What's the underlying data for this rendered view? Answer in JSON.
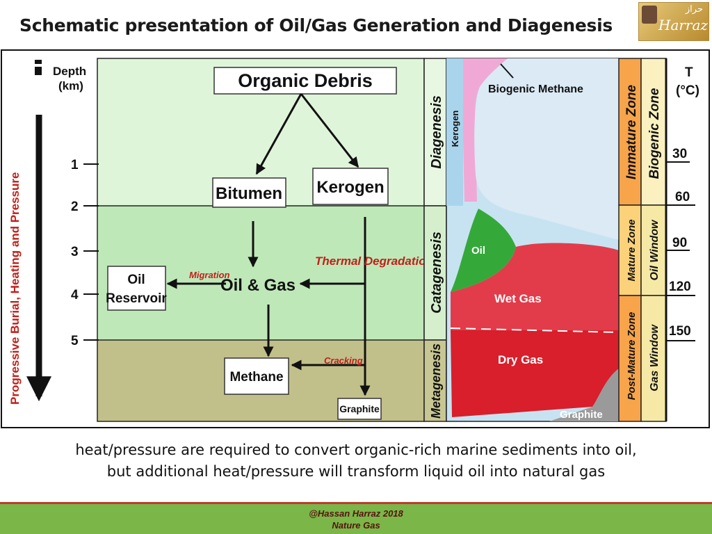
{
  "title": "Schematic presentation of Oil/Gas Generation and Diagenesis",
  "logo": {
    "brand": "Harraz",
    "arabic": "حراز"
  },
  "left_axis": {
    "label": "Progressive Burial, Heating and Pressure",
    "depth_label_1": "Depth",
    "depth_label_2": "(km)",
    "depth_ticks": [
      "1",
      "2",
      "3",
      "4",
      "5"
    ]
  },
  "flow": {
    "organic_debris": "Organic Debris",
    "bitumen": "Bitumen",
    "kerogen": "Kerogen",
    "thermal_degradation": "Thermal Degradation",
    "oil_gas": "Oil & Gas",
    "migration": "Migration",
    "oil_reservoir_1": "Oil",
    "oil_reservoir_2": "Reservoir",
    "methane": "Methane",
    "cracking": "Cracking",
    "graphite": "Graphite"
  },
  "stages": {
    "diagenesis": "Diagenesis",
    "catagenesis": "Catagenesis",
    "metagenesis": "Metagenesis"
  },
  "profile": {
    "kerogen": "Kerogen",
    "biogenic_methane": "Biogenic Methane",
    "oil": "Oil",
    "wet_gas": "Wet Gas",
    "dry_gas": "Dry Gas",
    "graphite": "Graphite"
  },
  "zones": {
    "immature": "Immature Zone",
    "mature": "Mature Zone",
    "post_mature": "Post-Mature Zone",
    "biogenic": "Biogenic Zone",
    "oil_window": "Oil Window",
    "gas_window": "Gas Window"
  },
  "temperature": {
    "label_1": "T",
    "label_2": "(°C)",
    "ticks": [
      "30",
      "60",
      "90",
      "120",
      "150"
    ]
  },
  "caption": {
    "line1": "heat/pressure are required to convert organic-rich marine sediments into oil,",
    "line2": "but additional heat/pressure will transform liquid oil into natural gas"
  },
  "footer": {
    "line1": "@Hassan Harraz 2018",
    "line2": "Nature Gas"
  },
  "colors": {
    "band_top": "#dff5d9",
    "band_mid": "#bfe8b8",
    "band_bottom": "#c2c08a",
    "immature_zone": "#f7a44a",
    "mature_zone": "#fbd27a",
    "window_column": "#f6e9a6",
    "red_label": "#c0201a",
    "footer_bar": "#7ab648"
  }
}
